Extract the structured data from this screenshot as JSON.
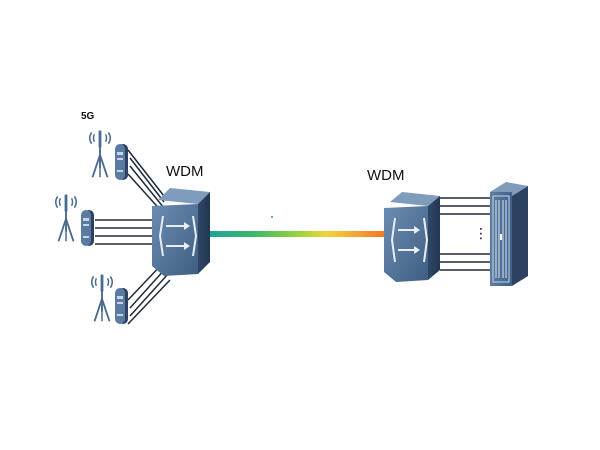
{
  "labels": {
    "five_g": "5G",
    "wdm_left": "WDM",
    "wdm_right": "WDM",
    "rack_ellipsis": "⋮"
  },
  "nodes": {
    "base_stations": [
      "antenna-tower-icon",
      "antenna-tower-icon",
      "antenna-tower-icon"
    ],
    "radio_units": [
      "radio-unit-icon",
      "radio-unit-icon",
      "radio-unit-icon"
    ],
    "wdm_devices": [
      "wdm-switch-icon",
      "wdm-switch-icon"
    ],
    "server_rack": "server-rack-icon"
  },
  "colors": {
    "device_body": "#4a6a8e",
    "device_dark": "#2c4260",
    "device_light": "#7f9cbd",
    "link_line": "#1e2a38",
    "fiber_gradient": [
      "#18a39a",
      "#3cb66a",
      "#9bd43c",
      "#f1d43a",
      "#f5a030",
      "#f26a1c"
    ]
  }
}
